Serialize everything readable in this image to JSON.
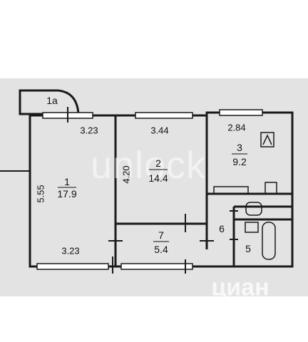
{
  "balcony": {
    "label": "1a"
  },
  "rooms": [
    {
      "number": "1",
      "area": "17.9",
      "top_width": "3.23",
      "bottom_width": "3.23",
      "height": "5.55"
    },
    {
      "number": "2",
      "area": "14.4",
      "top_width": "3.44",
      "height": "4.20"
    },
    {
      "number": "3",
      "area": "9.2",
      "top_width": "2.84"
    },
    {
      "number": "7",
      "area": "5.4"
    },
    {
      "number": "6"
    },
    {
      "number": "5"
    }
  ],
  "watermark": {
    "text": "unlock"
  },
  "brand": {
    "text": "циан"
  },
  "colors": {
    "wall": "#1a1a1a",
    "floor": "#e3e3e3"
  }
}
